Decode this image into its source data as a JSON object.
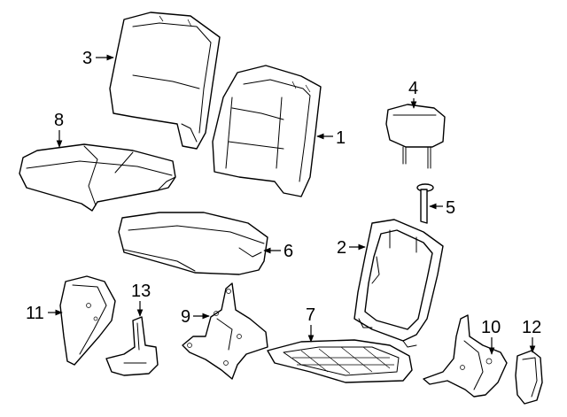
{
  "callouts": [
    {
      "id": "c1",
      "number": "1"
    },
    {
      "id": "c2",
      "number": "2"
    },
    {
      "id": "c3",
      "number": "3"
    },
    {
      "id": "c4",
      "number": "4"
    },
    {
      "id": "c5",
      "number": "5"
    },
    {
      "id": "c6",
      "number": "6"
    },
    {
      "id": "c7",
      "number": "7"
    },
    {
      "id": "c8",
      "number": "8"
    },
    {
      "id": "c9",
      "number": "9"
    },
    {
      "id": "c10",
      "number": "10"
    },
    {
      "id": "c11",
      "number": "11"
    },
    {
      "id": "c12",
      "number": "12"
    },
    {
      "id": "c13",
      "number": "13"
    }
  ],
  "colors": {
    "line": "#000000",
    "background": "#ffffff"
  }
}
